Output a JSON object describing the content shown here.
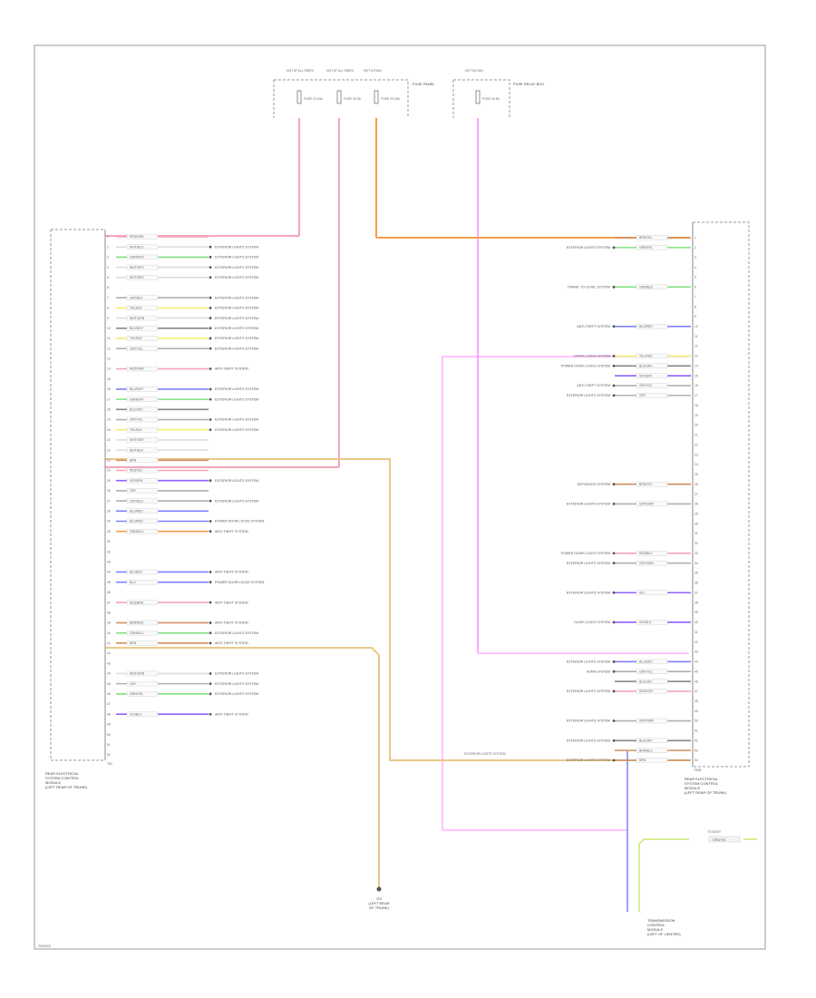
{
  "page_label": "Z0000XX",
  "fuses": [
    {
      "top": "HOT AT ALL TIMES",
      "label": "FUSE 13 10A"
    },
    {
      "top": "HOT AT ALL TIMES",
      "label": "FUSE 15 5A"
    },
    {
      "top": "HOT IN RUN",
      "label": "FUSE 20 15A"
    },
    {
      "top": "HOT IN RUN",
      "label": "FUSE 26 5A"
    }
  ],
  "fuse_block_label": "FUSE PANEL",
  "right_fuse_block_label": "FUSE RELAY BOX",
  "left_module": {
    "label_lines": [
      "REAR ELECTRICAL",
      "SYSTEM CONTROL",
      "MODULE",
      "(LEFT REAR OF TRUNK)"
    ],
    "connector": "T52"
  },
  "right_module": {
    "label_lines": [
      "REAR ELECTRICAL",
      "SYSTEM CONTROL",
      "MODULE",
      "(LEFT REAR OF TRUNK)"
    ],
    "connector": "T52B"
  },
  "ground": {
    "label_lines": [
      "G3",
      "(LEFT REAR",
      "OF TRUNK)"
    ]
  },
  "transmission": {
    "label_lines": [
      "TRANSMISSION",
      "CONTROL",
      "MODULE",
      "(LEFT OF CENTER)"
    ]
  },
  "left_pins": [
    {
      "pin": "1",
      "color": "RED/GRN",
      "label": ""
    },
    {
      "pin": "2",
      "color": "WHT/BLU",
      "label": "EXTERIOR LIGHTS SYSTEM"
    },
    {
      "pin": "3",
      "color": "GRN/WHT",
      "label": "EXTERIOR LIGHTS SYSTEM"
    },
    {
      "pin": "4",
      "color": "WHT/GRY",
      "label": "EXTERIOR LIGHTS SYSTEM"
    },
    {
      "pin": "5",
      "color": "WHT/RED",
      "label": "EXTERIOR LIGHTS SYSTEM"
    },
    {
      "pin": "6",
      "color": "",
      "label": ""
    },
    {
      "pin": "7",
      "color": "GRY/BLK",
      "label": "EXTERIOR LIGHTS SYSTEM"
    },
    {
      "pin": "8",
      "color": "YEL/BLK",
      "label": "EXTERIOR LIGHTS SYSTEM"
    },
    {
      "pin": "9",
      "color": "WHT/GRN",
      "label": "EXTERIOR LIGHTS SYSTEM"
    },
    {
      "pin": "10",
      "color": "BLK/WHT",
      "label": "EXTERIOR LIGHTS SYSTEM"
    },
    {
      "pin": "11",
      "color": "YEL/BLK",
      "label": "EXTERIOR LIGHTS SYSTEM"
    },
    {
      "pin": "12",
      "color": "GRY/YEL",
      "label": "EXTERIOR LIGHTS SYSTEM"
    },
    {
      "pin": "13",
      "color": "",
      "label": ""
    },
    {
      "pin": "14",
      "color": "RED/GRN",
      "label": "ANTI-THEFT SYSTEM"
    },
    {
      "pin": "15",
      "color": "",
      "label": ""
    },
    {
      "pin": "16",
      "color": "BLU/WHT",
      "label": "EXTERIOR LIGHTS SYSTEM"
    },
    {
      "pin": "17",
      "color": "GRN/GRY",
      "label": "EXTERIOR LIGHTS SYSTEM"
    },
    {
      "pin": "18",
      "color": "BLK/GRY",
      "label": ""
    },
    {
      "pin": "19",
      "color": "GRY/YEL",
      "label": "EXTERIOR LIGHTS SYSTEM"
    },
    {
      "pin": "20",
      "color": "YEL/BLK",
      "label": "EXTERIOR LIGHTS SYSTEM"
    },
    {
      "pin": "21",
      "color": "WHT/GRY",
      "label": ""
    },
    {
      "pin": "22",
      "color": "WHT/BLK",
      "label": ""
    },
    {
      "pin": "23",
      "color": "BRN",
      "label": ""
    },
    {
      "pin": "24",
      "color": "RED/YEL",
      "label": ""
    },
    {
      "pin": "25",
      "color": "VIO/GRN",
      "label": "EXTERIOR LIGHTS SYSTEM"
    },
    {
      "pin": "26",
      "color": "GRY",
      "label": ""
    },
    {
      "pin": "27",
      "color": "GRY/BLU",
      "label": "EXTERIOR LIGHTS SYSTEM"
    },
    {
      "pin": "28",
      "color": "BLU/RED",
      "label": ""
    },
    {
      "pin": "29",
      "color": "BLU/RED",
      "label": "POWER DOOR LOCKS SYSTEM"
    },
    {
      "pin": "30",
      "color": "ORN/BLU",
      "label": "ANTI-THEFT SYSTEM"
    },
    {
      "pin": "31",
      "color": "",
      "label": ""
    },
    {
      "pin": "32",
      "color": "",
      "label": ""
    },
    {
      "pin": "33",
      "color": "",
      "label": ""
    },
    {
      "pin": "34",
      "color": "BLU/BLK",
      "label": "ANTI-THEFT SYSTEM"
    },
    {
      "pin": "35",
      "color": "BLU",
      "label": "POWER DOOR LOCKS SYSTEM"
    },
    {
      "pin": "36",
      "color": "",
      "label": ""
    },
    {
      "pin": "37",
      "color": "RED/BRN",
      "label": "ANTI-THEFT SYSTEM"
    },
    {
      "pin": "38",
      "color": "",
      "label": ""
    },
    {
      "pin": "39",
      "color": "BRN/RED",
      "label": "ANTI-THEFT SYSTEM"
    },
    {
      "pin": "40",
      "color": "GRN/BLU",
      "label": "EXTERIOR LIGHTS SYSTEM"
    },
    {
      "pin": "41",
      "color": "BRN",
      "label": "ANTI-THEFT SYSTEM"
    },
    {
      "pin": "42",
      "color": "",
      "label": ""
    },
    {
      "pin": "43",
      "color": "",
      "label": ""
    },
    {
      "pin": "44",
      "color": "WHT/GRN",
      "label": "EXTERIOR LIGHTS SYSTEM"
    },
    {
      "pin": "45",
      "color": "GRY",
      "label": "EXTERIOR LIGHTS SYSTEM"
    },
    {
      "pin": "46",
      "color": "GRN/YEL",
      "label": "EXTERIOR LIGHTS SYSTEM"
    },
    {
      "pin": "47",
      "color": "",
      "label": ""
    },
    {
      "pin": "48",
      "color": "VIO/BLU",
      "label": "ANTI-THEFT SYSTEM"
    },
    {
      "pin": "49",
      "color": "",
      "label": ""
    },
    {
      "pin": "50",
      "color": "",
      "label": ""
    },
    {
      "pin": "51",
      "color": "",
      "label": ""
    },
    {
      "pin": "52",
      "color": "",
      "label": ""
    }
  ],
  "right_pins": [
    {
      "pin": "1",
      "color": "BRN/YEL",
      "label": ""
    },
    {
      "pin": "2",
      "color": "GRN/YEL",
      "label": "EXTERIOR LIGHTS SYSTEM"
    },
    {
      "pin": "3",
      "color": "",
      "label": ""
    },
    {
      "pin": "4",
      "color": "",
      "label": ""
    },
    {
      "pin": "5",
      "color": "",
      "label": ""
    },
    {
      "pin": "6",
      "color": "GRN/BLK",
      "label": "TRAVEL TO LEVEL SYSTEM"
    },
    {
      "pin": "7",
      "color": "",
      "label": ""
    },
    {
      "pin": "8",
      "color": "",
      "label": ""
    },
    {
      "pin": "9",
      "color": "",
      "label": ""
    },
    {
      "pin": "10",
      "color": "BLU/RED",
      "label": "ANTI-THEFT SYSTEM"
    },
    {
      "pin": "11",
      "color": "",
      "label": ""
    },
    {
      "pin": "12",
      "color": "",
      "label": ""
    },
    {
      "pin": "13",
      "color": "YEL/RED",
      "label": "DOOR LOCKS SYSTEM"
    },
    {
      "pin": "14",
      "color": "BLK/GRY",
      "label": "POWER DOOR LOCKS SYSTEM"
    },
    {
      "pin": "15",
      "color": "VIO/GRY",
      "label": ""
    },
    {
      "pin": "16",
      "color": "GRY/YEL",
      "label": "ANTI-THEFT SYSTEM"
    },
    {
      "pin": "17",
      "color": "GRY",
      "label": "EXTERIOR LIGHTS SYSTEM"
    },
    {
      "pin": "18",
      "color": "",
      "label": ""
    },
    {
      "pin": "19",
      "color": "",
      "label": ""
    },
    {
      "pin": "20",
      "color": "",
      "label": ""
    },
    {
      "pin": "21",
      "color": "",
      "label": ""
    },
    {
      "pin": "22",
      "color": "",
      "label": ""
    },
    {
      "pin": "23",
      "color": "",
      "label": ""
    },
    {
      "pin": "24",
      "color": "",
      "label": ""
    },
    {
      "pin": "25",
      "color": "",
      "label": ""
    },
    {
      "pin": "26",
      "color": "BRN/YEL",
      "label": "DEFOGGER SYSTEM"
    },
    {
      "pin": "27",
      "color": "",
      "label": ""
    },
    {
      "pin": "28",
      "color": "GRY/GRN",
      "label": "EXTERIOR LIGHTS SYSTEM"
    },
    {
      "pin": "29",
      "color": "",
      "label": ""
    },
    {
      "pin": "30",
      "color": "",
      "label": ""
    },
    {
      "pin": "31",
      "color": "",
      "label": ""
    },
    {
      "pin": "32",
      "color": "",
      "label": ""
    },
    {
      "pin": "33",
      "color": "RED/BLK",
      "label": "POWER DOOR LOCKS SYSTEM"
    },
    {
      "pin": "34",
      "color": "GRY/GRN",
      "label": "EXTERIOR LIGHTS SYSTEM"
    },
    {
      "pin": "35",
      "color": "",
      "label": ""
    },
    {
      "pin": "36",
      "color": "",
      "label": ""
    },
    {
      "pin": "37",
      "color": "VIO",
      "label": "EXTERIOR LIGHTS SYSTEM"
    },
    {
      "pin": "38",
      "color": "",
      "label": ""
    },
    {
      "pin": "39",
      "color": "",
      "label": ""
    },
    {
      "pin": "40",
      "color": "VIO/BLU",
      "label": "DOOR LOCKS SYSTEM"
    },
    {
      "pin": "41",
      "color": "",
      "label": ""
    },
    {
      "pin": "42",
      "color": "",
      "label": ""
    },
    {
      "pin": "43",
      "color": "",
      "label": ""
    },
    {
      "pin": "44",
      "color": "BLU/GRY",
      "label": "EXTERIOR LIGHTS SYSTEM"
    },
    {
      "pin": "45",
      "color": "GRY/YEL",
      "label": "HORN SYSTEM"
    },
    {
      "pin": "46",
      "color": "BLK/GRY",
      "label": ""
    },
    {
      "pin": "47",
      "color": "RED/GRY",
      "label": "EXTERIOR LIGHTS SYSTEM"
    },
    {
      "pin": "48",
      "color": "",
      "label": ""
    },
    {
      "pin": "49",
      "color": "",
      "label": ""
    },
    {
      "pin": "50",
      "color": "GRY/GRN",
      "label": "EXTERIOR LIGHTS SYSTEM"
    },
    {
      "pin": "51",
      "color": "",
      "label": ""
    },
    {
      "pin": "52",
      "color": "BLK/GRY",
      "label": "EXTERIOR LIGHTS SYSTEM"
    },
    {
      "pin": "53",
      "color": "BRN/BLU",
      "label": ""
    },
    {
      "pin": "54",
      "color": "BRN",
      "label": "EXTERIOR LIGHTS SYSTEM"
    }
  ],
  "bus_label": "EXTERIOR LIGHTS SYSTEM",
  "tcm_wire": {
    "label": "TO BODY",
    "color": "GRN/YEL"
  },
  "wire_colors": {
    "red": "#f4a6b8",
    "pink": "#ff88ff",
    "orange": "#f7a04a",
    "tan": "#e8c98a",
    "blue": "#8080ff",
    "green": "#80e080",
    "gray": "#b0b0b0",
    "violet": "#9060ff",
    "yellow": "#f0f070",
    "brown": "#d09060"
  }
}
